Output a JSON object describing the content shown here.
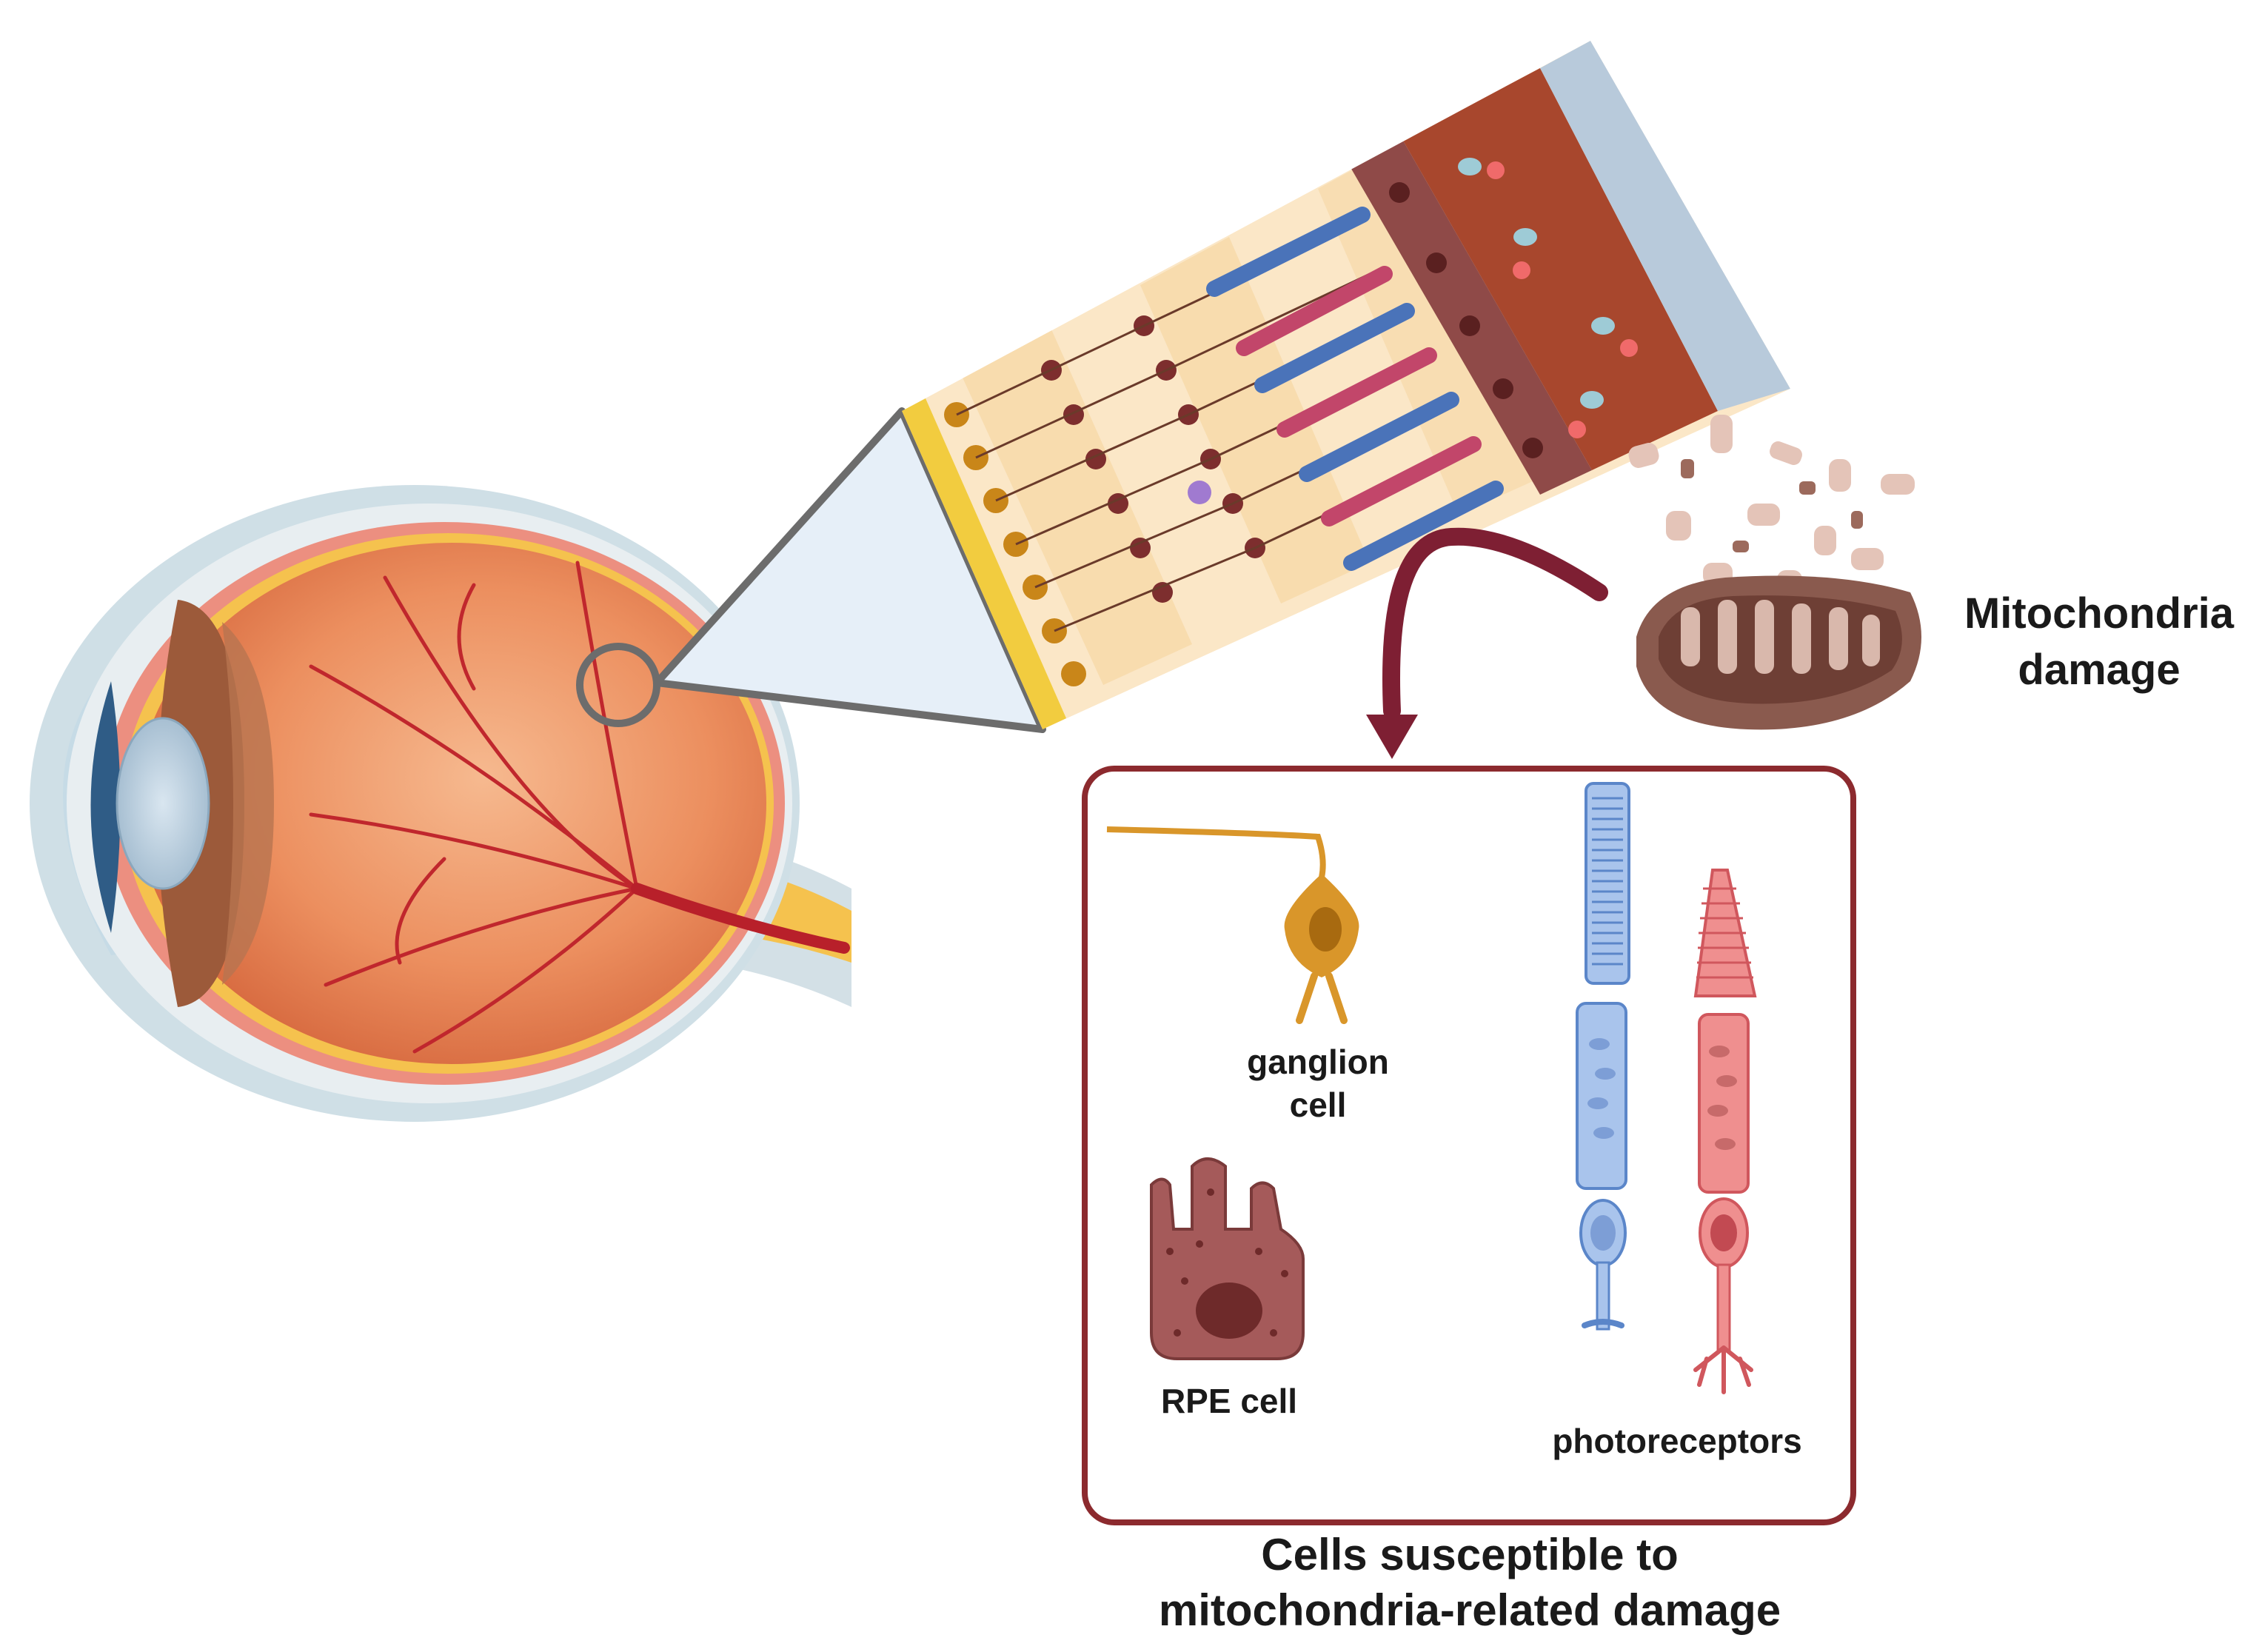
{
  "labels": {
    "mito_line1": "Mitochondria",
    "mito_line2": "damage",
    "ganglion_line1": "ganglion",
    "ganglion_line2": "cell",
    "rpe": "RPE cell",
    "photoreceptors": "photoreceptors",
    "caption_line1": "Cells susceptible to",
    "caption_line2": "mitochondria-related damage"
  },
  "colors": {
    "arrow": "#7e1f33",
    "box_border": "#8c2a2e",
    "rod": "#a9c4ec",
    "cone": "#ef8f8f",
    "ganglion": "#d9962a",
    "rpe": "#a55a5a",
    "mitochondrion": "#8a5a4e",
    "choroid": "#a8472d",
    "sclera_band": "#b8cadb"
  },
  "icons": {
    "eye": "eye-cross-section-icon",
    "retina": "retina-layers-icon",
    "mitochondrion": "damaged-mitochondrion-icon",
    "ganglion": "ganglion-cell-icon",
    "rpe": "rpe-cell-icon",
    "rod": "rod-photoreceptor-icon",
    "cone": "cone-photoreceptor-icon"
  }
}
